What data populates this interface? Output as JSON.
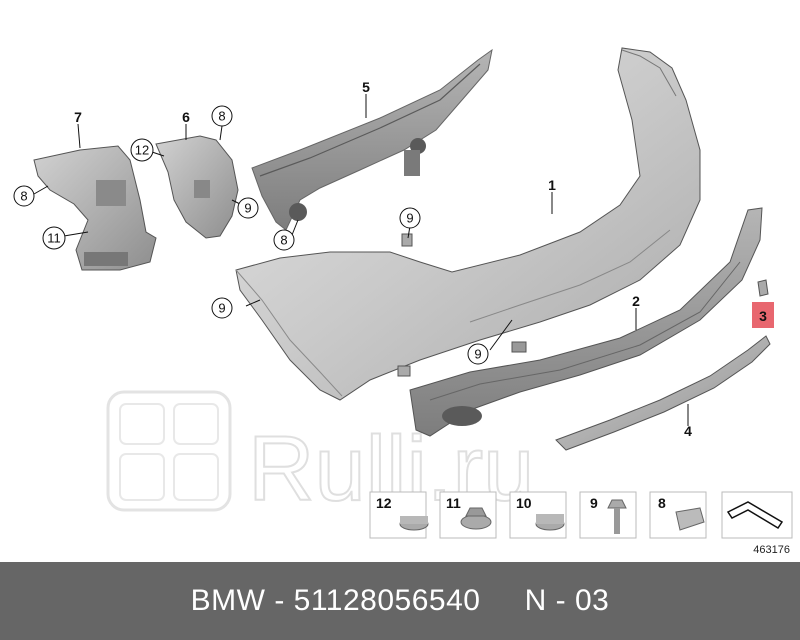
{
  "diagram": {
    "callouts": [
      {
        "id": "c8a",
        "label": "8"
      },
      {
        "id": "c12",
        "label": "12"
      },
      {
        "id": "c8b",
        "label": "8"
      },
      {
        "id": "c9a",
        "label": "9"
      },
      {
        "id": "c11",
        "label": "11"
      },
      {
        "id": "c8c",
        "label": "8"
      },
      {
        "id": "c9b",
        "label": "9"
      },
      {
        "id": "c9c",
        "label": "9"
      },
      {
        "id": "c9d",
        "label": "9"
      }
    ],
    "part_labels": [
      {
        "id": "p7",
        "label": "7"
      },
      {
        "id": "p6",
        "label": "6"
      },
      {
        "id": "p5",
        "label": "5"
      },
      {
        "id": "p1",
        "label": "1"
      },
      {
        "id": "p2",
        "label": "2"
      },
      {
        "id": "p4",
        "label": "4"
      }
    ],
    "highlighted_label": "3",
    "highlight_color": "#e8676f",
    "legend": [
      {
        "num": "12"
      },
      {
        "num": "11"
      },
      {
        "num": "10"
      },
      {
        "num": "9"
      },
      {
        "num": "8"
      }
    ],
    "reference_number": "463176",
    "watermark": "Rulli.ru"
  },
  "footer": {
    "text": "BMW - 51128056540     N - 03"
  }
}
